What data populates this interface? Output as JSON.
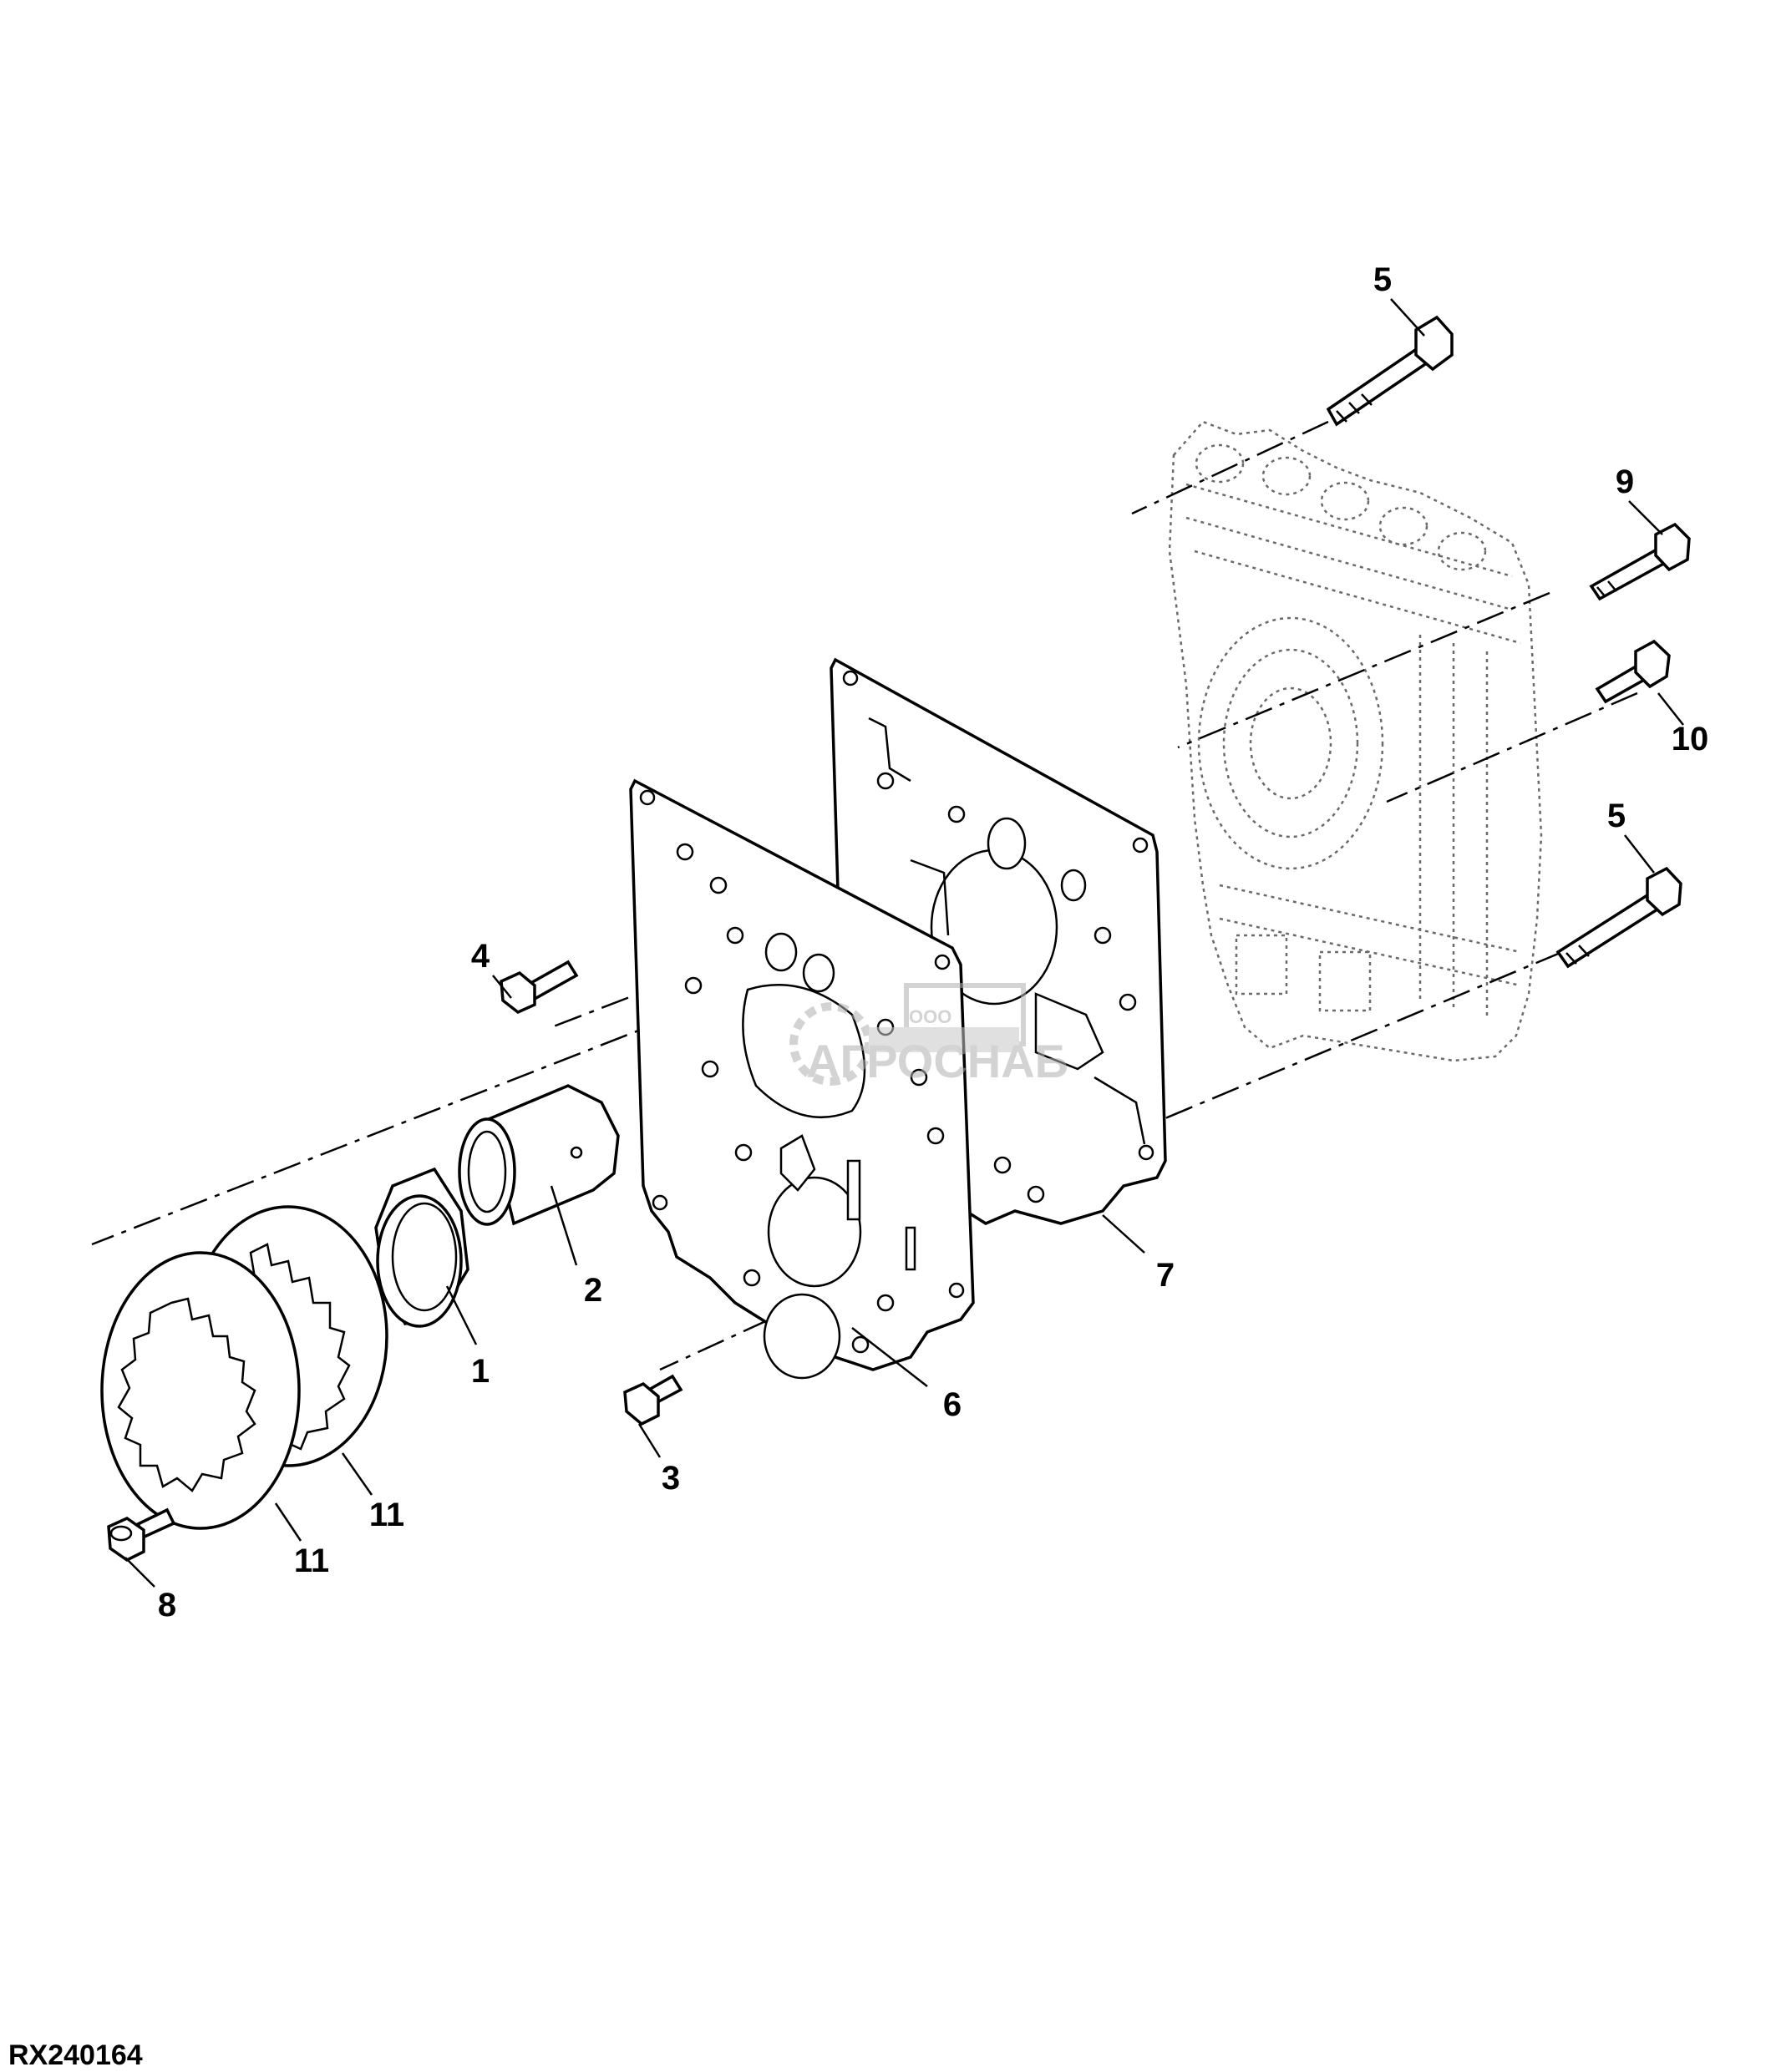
{
  "figure_id": "RX240164",
  "watermark": {
    "text": "АГРОСНАБ",
    "prefix": "ООО"
  },
  "callouts": [
    {
      "id": "c1",
      "label": "1"
    },
    {
      "id": "c2",
      "label": "2"
    },
    {
      "id": "c3",
      "label": "3"
    },
    {
      "id": "c4",
      "label": "4"
    },
    {
      "id": "c5a",
      "label": "5"
    },
    {
      "id": "c5b",
      "label": "5"
    },
    {
      "id": "c6",
      "label": "6"
    },
    {
      "id": "c7",
      "label": "7"
    },
    {
      "id": "c8",
      "label": "8"
    },
    {
      "id": "c9",
      "label": "9"
    },
    {
      "id": "c10",
      "label": "10"
    },
    {
      "id": "c11a",
      "label": "11"
    },
    {
      "id": "c11b",
      "label": "11"
    }
  ]
}
